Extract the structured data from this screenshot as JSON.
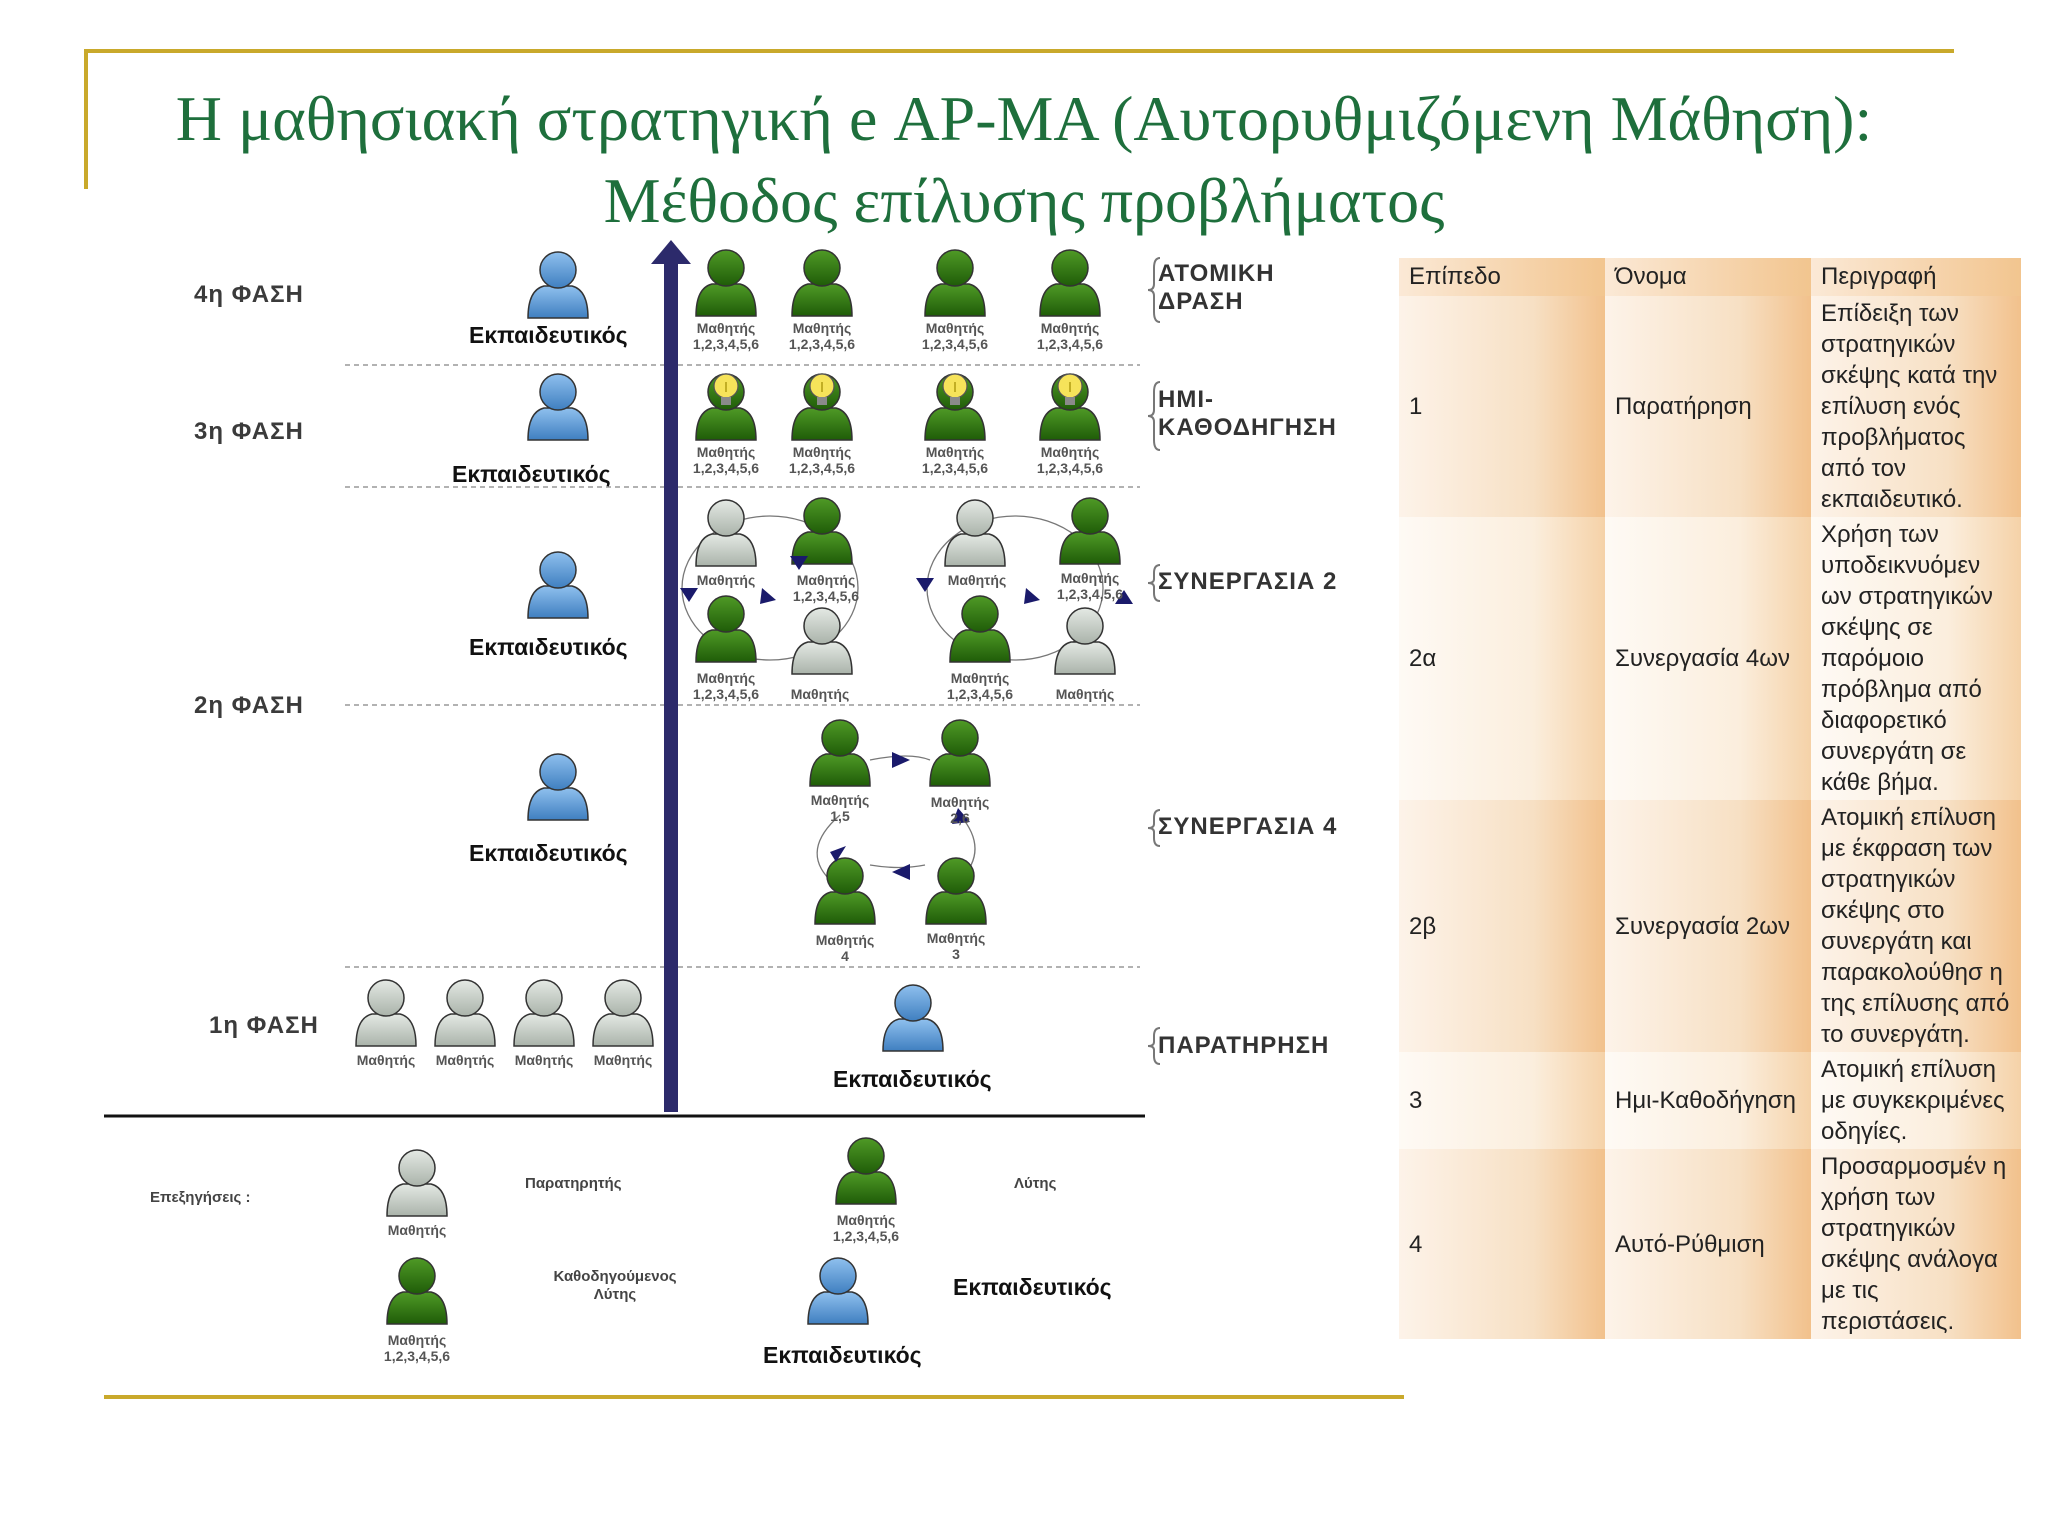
{
  "title": {
    "line1": "Η μαθησιακή στρατηγική e ΑΡ-ΜΑ (Αυτορυθμιζόμενη Μάθηση):",
    "line2": "Μέθοδος επίλυσης προβλήματος"
  },
  "phases": [
    "4η ΦΑΣΗ",
    "3η ΦΑΣΗ",
    "2η ΦΑΣΗ",
    "1η ΦΑΣΗ"
  ],
  "teacher_label": "Εκπαιδευτικός",
  "student_label": "Μαθητής",
  "student_ids": "1,2,3,4,5,6",
  "ring_labels": [
    "1,5",
    "2,6",
    "4",
    "3"
  ],
  "stages": {
    "atomiki_1": "ΑΤΟΜΙΚΗ",
    "atomiki_2": "ΔΡΑΣΗ",
    "hmi_1": "ΗΜΙ-",
    "hmi_2": "ΚΑΘΟΔΗΓΗΣΗ",
    "syn2": "ΣΥΝΕΡΓΑΣΙΑ 2",
    "syn4": "ΣΥΝΕΡΓΑΣΙΑ 4",
    "paratirisi": "ΠΑΡΑΤΗΡΗΣΗ"
  },
  "legend": {
    "title": "Επεξηγήσεις :",
    "observer": "Παρατηρητής",
    "solver": "Λύτης",
    "guided_1": "Καθοδηγούμενος",
    "guided_2": "Λύτης",
    "teacher": "Εκπαιδευτικός"
  },
  "table": {
    "headers": [
      "Επίπεδο",
      "Όνομα",
      "Περιγραφή"
    ],
    "rows": [
      {
        "level": "1",
        "name": "Παρατήρηση",
        "desc": "Επίδειξη των στρατηγικών σκέψης κατά την επίλυση ενός προβλήματος από τον εκπαιδευτικό."
      },
      {
        "level": "2α",
        "name": "Συνεργασία 4ων",
        "desc": "Χρήση των υποδεικνυόμεν ων στρατηγικών σκέψης σε παρόμοιο πρόβλημα από διαφορετικό συνεργάτη σε κάθε βήμα."
      },
      {
        "level": "2β",
        "name": "Συνεργασία 2ων",
        "desc": "Ατομική επίλυση με έκφραση των στρατηγικών σκέψης στο συνεργάτη και παρακολούθησ η της επίλυσης από το συνεργάτη."
      },
      {
        "level": "3",
        "name": "Ημι-Καθοδήγηση",
        "desc": "Ατομική επίλυση με συγκεκριμένες οδηγίες."
      },
      {
        "level": "4",
        "name": "Αυτό-Ρύθμιση",
        "desc": "Προσαρμοσμέν η χρήση των στρατηγικών σκέψης ανάλογα με τις περιστάσεις."
      }
    ]
  },
  "colors": {
    "title": "#1e6f3c",
    "rule": "#c9a92b",
    "solver": "#2f7d12",
    "observer": "#c9d1c9",
    "teacher": "#5b9bd5",
    "axis": "#2c2a6b"
  }
}
